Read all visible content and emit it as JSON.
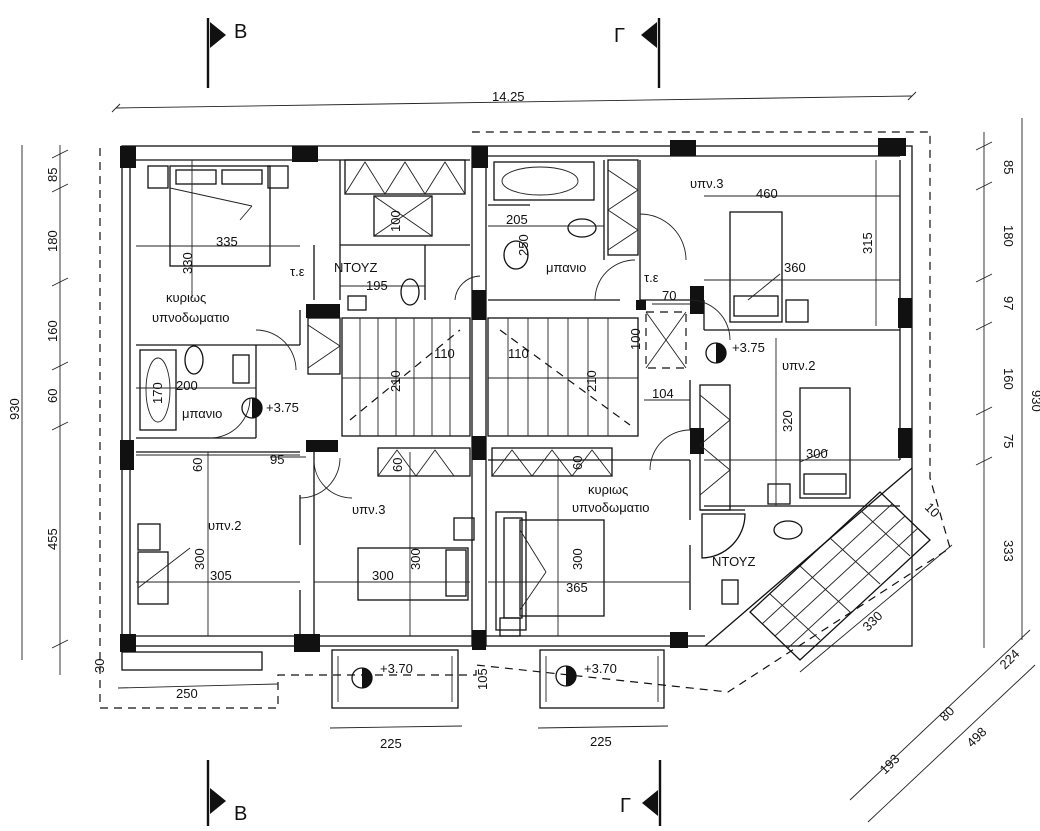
{
  "section_markers": {
    "b": "B",
    "g": "Γ"
  },
  "overall": {
    "width": "14.25",
    "height_left": "930",
    "height_right": "930"
  },
  "left_dims": [
    "85",
    "180",
    "160",
    "60",
    "455",
    "30"
  ],
  "right_dims": [
    "85",
    "180",
    "97",
    "160",
    "75",
    "333"
  ],
  "bottom_dims": [
    "250",
    "225",
    "225",
    "105",
    "193",
    "80",
    "224",
    "498",
    "330",
    "10"
  ],
  "rooms": {
    "master_left": "κυριως\nυπνοδωματιο",
    "bath_left": "μπανιο",
    "shower_left": "ΝΤΟΥΖ",
    "wc_left": "τ.ε",
    "bath_right": "μπανιο",
    "wc_right": "τ.ε",
    "bed3_right": "υπν.3",
    "bed2_right": "υπν.2",
    "bed2_left": "υπν.2",
    "bed3_left": "υπν.3",
    "master_right": "κυριως\nυπνοδωματιο",
    "shower_right": "ΝΤΟΥΖ"
  },
  "levels": {
    "l1": "+3.75",
    "l2": "+3.75",
    "b1": "+3.70",
    "b2": "+3.70"
  },
  "inner_dims": {
    "d335": "335",
    "d330a": "330",
    "d200": "200",
    "d170": "170",
    "d195": "195",
    "d100a": "100",
    "d110a": "110",
    "d210a": "210",
    "d110b": "110",
    "d210b": "210",
    "d205": "205",
    "d250": "250",
    "d460": "460",
    "d315": "315",
    "d360": "360",
    "d70": "70",
    "d100b": "100",
    "d104": "104",
    "d320": "320",
    "d300a": "300",
    "d95": "95",
    "d60a": "60",
    "d60b": "60",
    "d60c": "60",
    "d300b": "300",
    "d305": "305",
    "d300c": "300",
    "d300d": "300",
    "d300e": "300",
    "d365": "365"
  }
}
